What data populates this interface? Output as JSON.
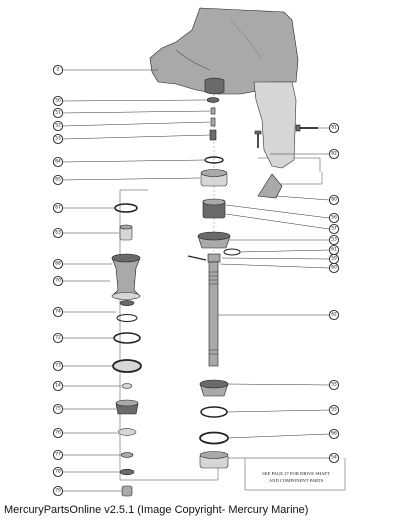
{
  "diagram": {
    "callouts_left": [
      "2",
      "50",
      "51",
      "52",
      "53",
      "64",
      "65",
      "67",
      "63",
      "68",
      "70",
      "74",
      "72",
      "73",
      "14",
      "75",
      "76",
      "77",
      "78",
      "79"
    ],
    "callouts_right": [
      "81",
      "82",
      "80",
      "56",
      "57",
      "53",
      "61",
      "59",
      "60",
      "62",
      "55",
      "55",
      "66",
      "54"
    ],
    "note": {
      "line1": "SEE PAGE 27 FOR DRIVE SHAFT",
      "line2": "AND COMPONENT PARTS"
    }
  },
  "footer": {
    "caption": "MercuryPartsOnline v2.5.1 (Image Copyright- Mercury Marine)"
  }
}
